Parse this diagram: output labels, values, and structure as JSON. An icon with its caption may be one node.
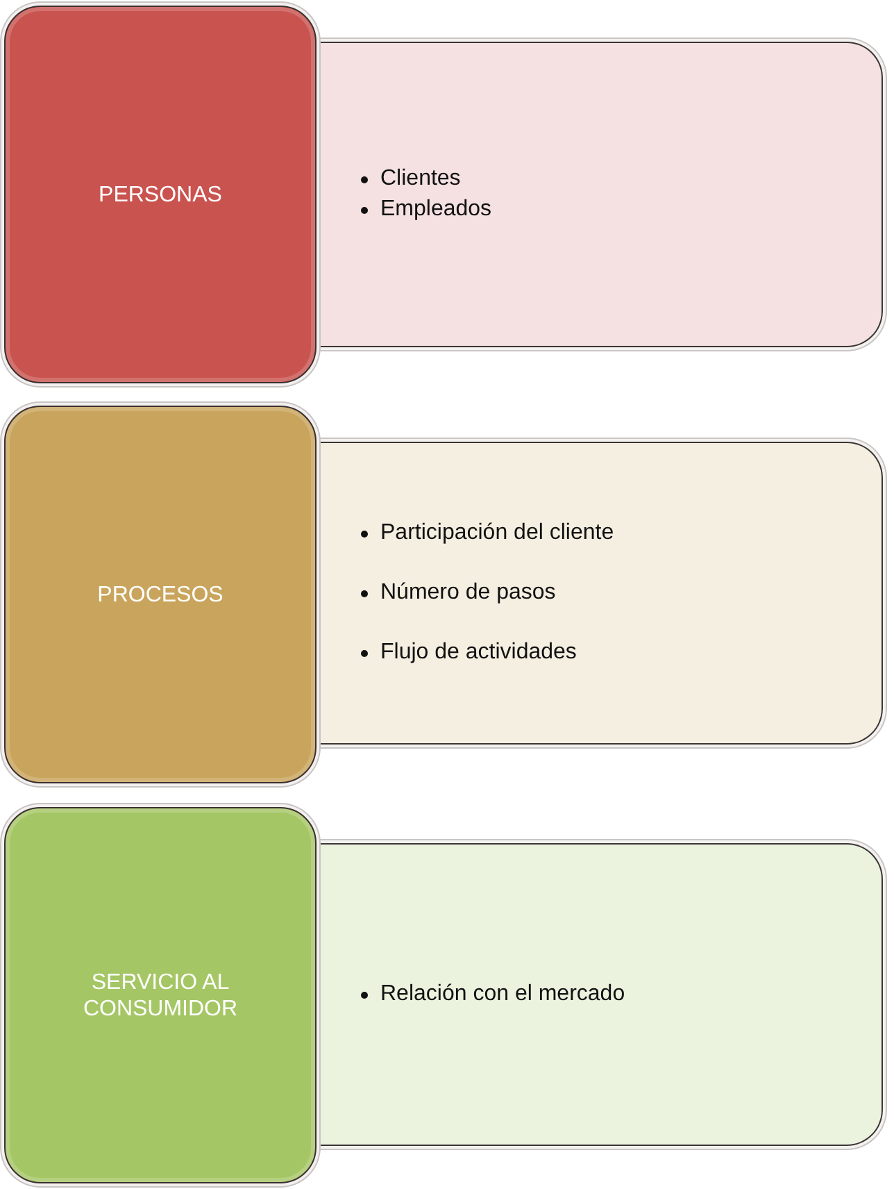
{
  "diagram": {
    "nodes": [
      {
        "text": [
          "PERSONAS"
        ]
      },
      {
        "text": [
          "Clientes",
          "Empleados"
        ]
      },
      {
        "text": [
          "PROCESOS"
        ]
      },
      {
        "text": [
          "Participación del cliente",
          "Número de pasos",
          "Flujo de actividades"
        ]
      },
      {
        "text": [
          "SERVICIO AL CONSUMIDOR"
        ]
      },
      {
        "text": [
          "Relación con el mercado"
        ]
      }
    ]
  }
}
